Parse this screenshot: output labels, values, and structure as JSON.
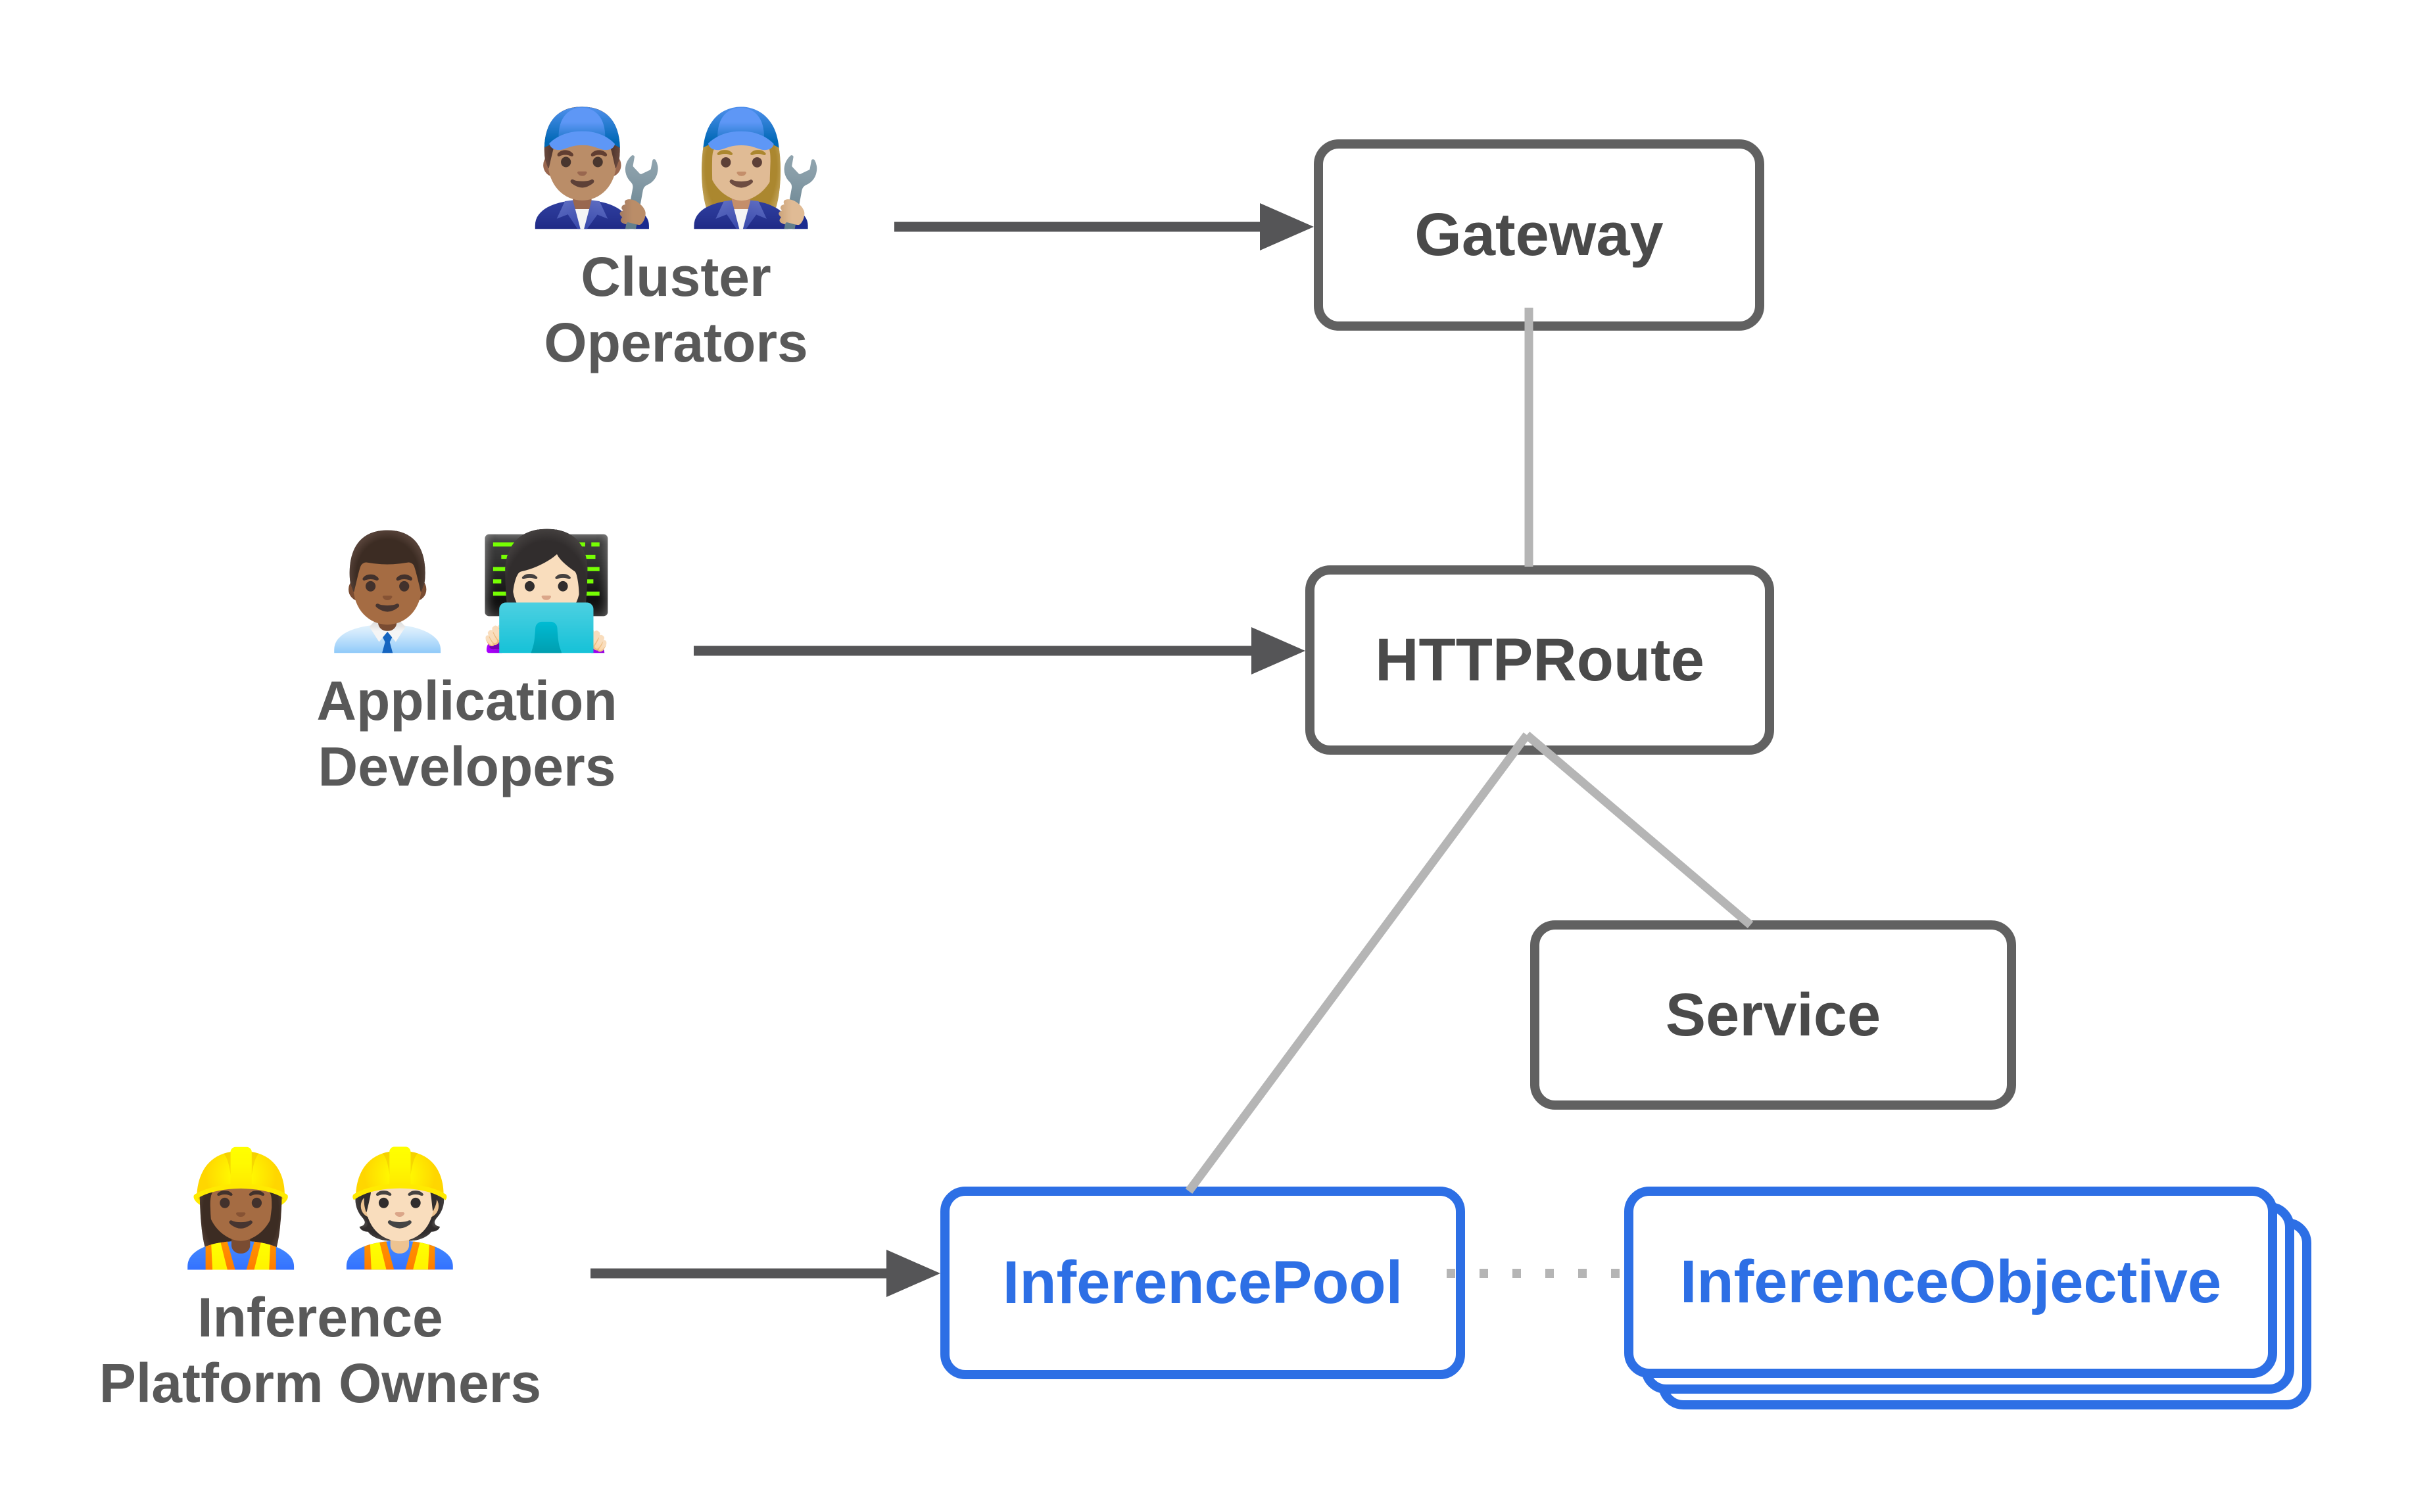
{
  "diagram": {
    "personas": [
      {
        "id": "cluster-operators",
        "emojis": [
          "👨🏽‍🔧",
          "👩🏼‍🔧"
        ],
        "emoji_names": [
          "man-mechanic-emoji",
          "woman-mechanic-emoji"
        ],
        "label_lines": [
          "Cluster",
          "Operators"
        ]
      },
      {
        "id": "application-developers",
        "emojis": [
          "👨🏾‍💼",
          "👩🏻‍💻"
        ],
        "emoji_names": [
          "man-office-worker-emoji",
          "woman-technologist-emoji"
        ],
        "label_lines": [
          "Application",
          "Developers"
        ]
      },
      {
        "id": "inference-platform-owners",
        "emojis": [
          "👷🏾‍♀️",
          "👷🏻"
        ],
        "emoji_names": [
          "woman-construction-worker-emoji",
          "man-construction-worker-emoji"
        ],
        "label_lines": [
          "Inference",
          "Platform Owners"
        ]
      }
    ],
    "nodes": [
      {
        "id": "gateway",
        "label": "Gateway",
        "variant": "gray"
      },
      {
        "id": "httproute",
        "label": "HTTPRoute",
        "variant": "gray"
      },
      {
        "id": "service",
        "label": "Service",
        "variant": "gray"
      },
      {
        "id": "inferencepool",
        "label": "InferencePool",
        "variant": "blue"
      },
      {
        "id": "inferenceobjective",
        "label": "InferenceObjective",
        "variant": "blue",
        "stacked_copies": 3
      }
    ],
    "edges": [
      {
        "from": "cluster-operators",
        "to": "gateway",
        "type": "solid-arrow"
      },
      {
        "from": "application-developers",
        "to": "httproute",
        "type": "solid-arrow"
      },
      {
        "from": "inference-platform-owners",
        "to": "inferencepool",
        "type": "solid-arrow"
      },
      {
        "from": "gateway",
        "to": "httproute",
        "type": "plain-line"
      },
      {
        "from": "httproute",
        "to": "inferencepool",
        "type": "plain-line"
      },
      {
        "from": "httproute",
        "to": "service",
        "type": "plain-line"
      },
      {
        "from": "inferencepool",
        "to": "inferenceobjective",
        "type": "dotted-line"
      }
    ],
    "colors": {
      "blue": "#2d6fe5",
      "grayBorder": "#616161",
      "nodeText": "#4a4a4a",
      "personaText": "#595959",
      "connector": "#b5b5b5",
      "arrow": "#555557",
      "bg": "#ffffff"
    }
  }
}
